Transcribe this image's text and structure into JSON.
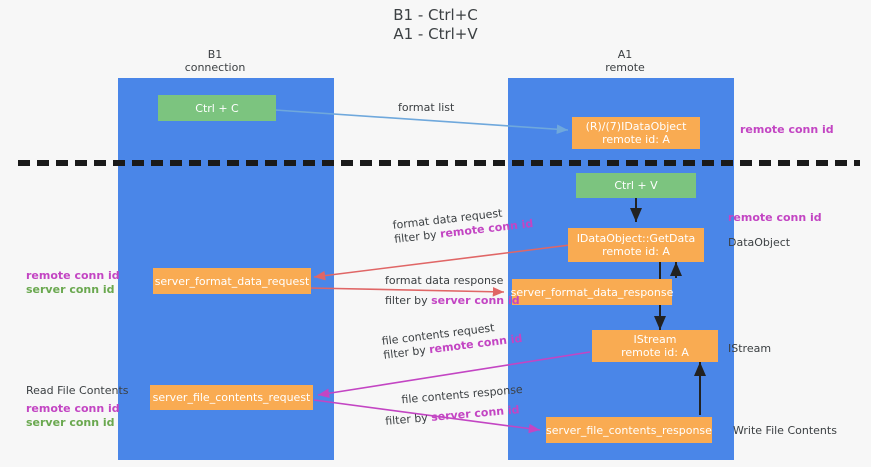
{
  "title": {
    "line1": "B1 - Ctrl+C",
    "line2": "A1 - Ctrl+V"
  },
  "columns": [
    {
      "name": "B1",
      "sub": "connection"
    },
    {
      "name": "A1",
      "sub": "remote"
    }
  ],
  "colors": {
    "lane": "#4a86e8",
    "green_node": "#7cc47f",
    "orange_node": "#f9ab52",
    "arrow_blue": "#6fa8dc",
    "arrow_red": "#e06666",
    "arrow_magenta": "#c345c3",
    "arrow_black": "#222222",
    "key_magenta": "#c345c3",
    "key_green": "#6aa84f",
    "text": "#3c4043",
    "background": "#f7f7f7",
    "divider": "#1a1a1a"
  },
  "nodes": {
    "ctrl_c": {
      "line1": "Ctrl + C",
      "line2": ""
    },
    "get_idataobject": {
      "line1": "(R)/(7)IDataObject",
      "line2": "remote id: A"
    },
    "ctrl_v": {
      "line1": "Ctrl + V",
      "line2": ""
    },
    "idataobject_getdata": {
      "line1": "IDataObject::GetData",
      "line2": "remote id: A"
    },
    "format_req": {
      "line1": "server_format_data_request",
      "line2": ""
    },
    "format_resp": {
      "line1": "server_format_data_response",
      "line2": ""
    },
    "istream": {
      "line1": "IStream",
      "line2": "remote id: A"
    },
    "file_req": {
      "line1": "server_file_contents_request",
      "line2": ""
    },
    "file_resp": {
      "line1": "server_file_contents_response",
      "line2": ""
    }
  },
  "edge_labels": {
    "format_list": {
      "text": "format list"
    },
    "format_data_request": {
      "line1": "format data request",
      "prefix": "filter by ",
      "key": "remote conn id",
      "key_color": "magenta"
    },
    "format_data_response": {
      "line1": "format data response",
      "prefix": "filter by ",
      "key": "server conn id",
      "key_color": "magenta"
    },
    "file_contents_request": {
      "line1": "file contents request",
      "prefix": "filter by ",
      "key": "remote conn id",
      "key_color": "magenta"
    },
    "file_contents_response": {
      "line1": "file contents response",
      "prefix": "filter by ",
      "key": "server conn id",
      "key_color": "magenta"
    }
  },
  "side_labels": {
    "right_remote_conn_1": "remote conn id",
    "right_remote_conn_2": "remote conn id",
    "right_dataobject": "DataObject",
    "right_istream": "IStream",
    "right_write_file_contents": "Write File Contents",
    "left_remote_conn": "remote conn id",
    "left_server_conn": "server conn id",
    "left_read_file_contents": "Read File Contents",
    "left_remote_conn_2": "remote conn id",
    "left_server_conn_2": "server conn id"
  }
}
